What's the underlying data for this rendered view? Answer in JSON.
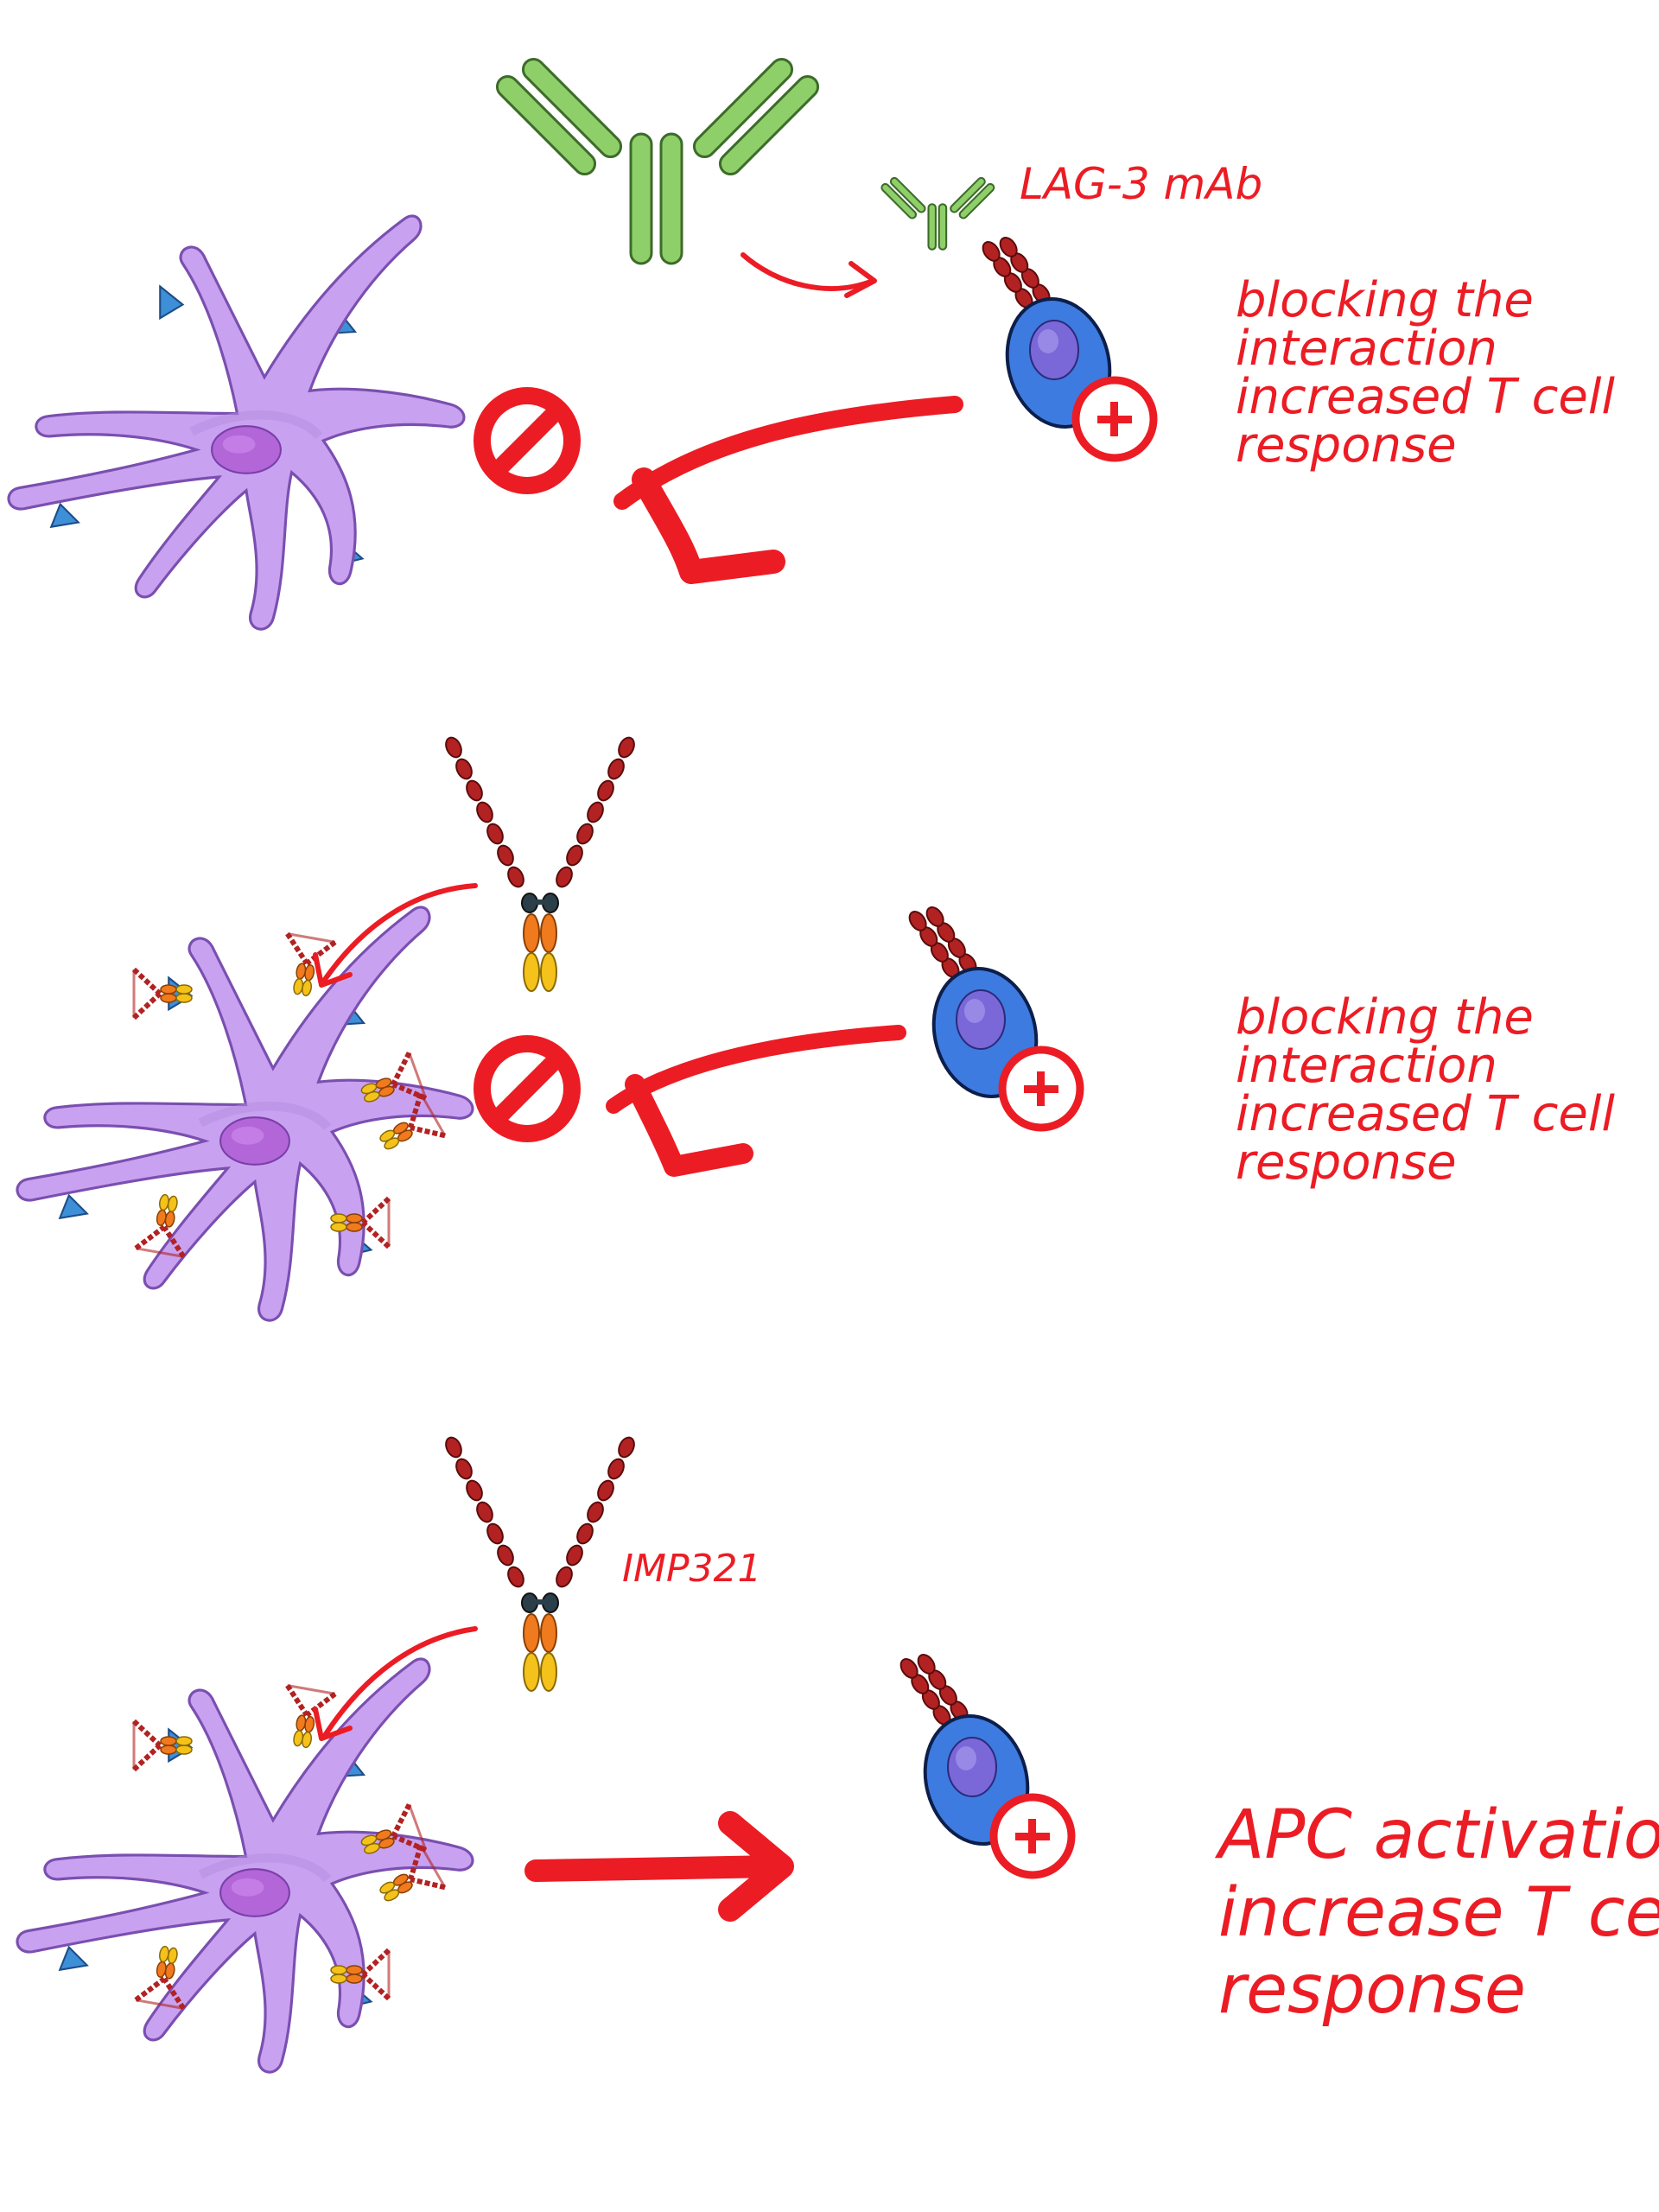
{
  "colors": {
    "annotation_red": "#ec1c24",
    "apc_lilac": "#c8a2f0",
    "apc_nucleus": "#b266d8",
    "tcell_blue": "#3d7be0",
    "tcr_receptor": "#b22222",
    "antibody_green": "#8fcf6a",
    "fusion_protein_orange": "#f07a1e",
    "fusion_protein_yellow": "#f5c21b",
    "mhc_blue": "#3d8fd8"
  },
  "panel1": {
    "antibody_label": "LAG-3 mAb",
    "caption_lines": [
      "blocking the",
      "interaction",
      "increased T cell",
      "response"
    ],
    "icons": [
      "dendritic-cell",
      "lag3-antibody",
      "t-cell",
      "block-symbol",
      "plus-sign"
    ]
  },
  "panel2": {
    "caption_lines": [
      "blocking the",
      "interaction",
      "increased T cell",
      "response"
    ],
    "icons": [
      "dendritic-cell",
      "fusion-protein",
      "t-cell",
      "block-symbol",
      "plus-sign"
    ]
  },
  "panel3": {
    "agent_label": "IMP321",
    "caption_lines": [
      "APC activation",
      "increase T cell",
      "response"
    ],
    "icons": [
      "dendritic-cell",
      "fusion-protein",
      "t-cell",
      "plus-sign"
    ]
  }
}
